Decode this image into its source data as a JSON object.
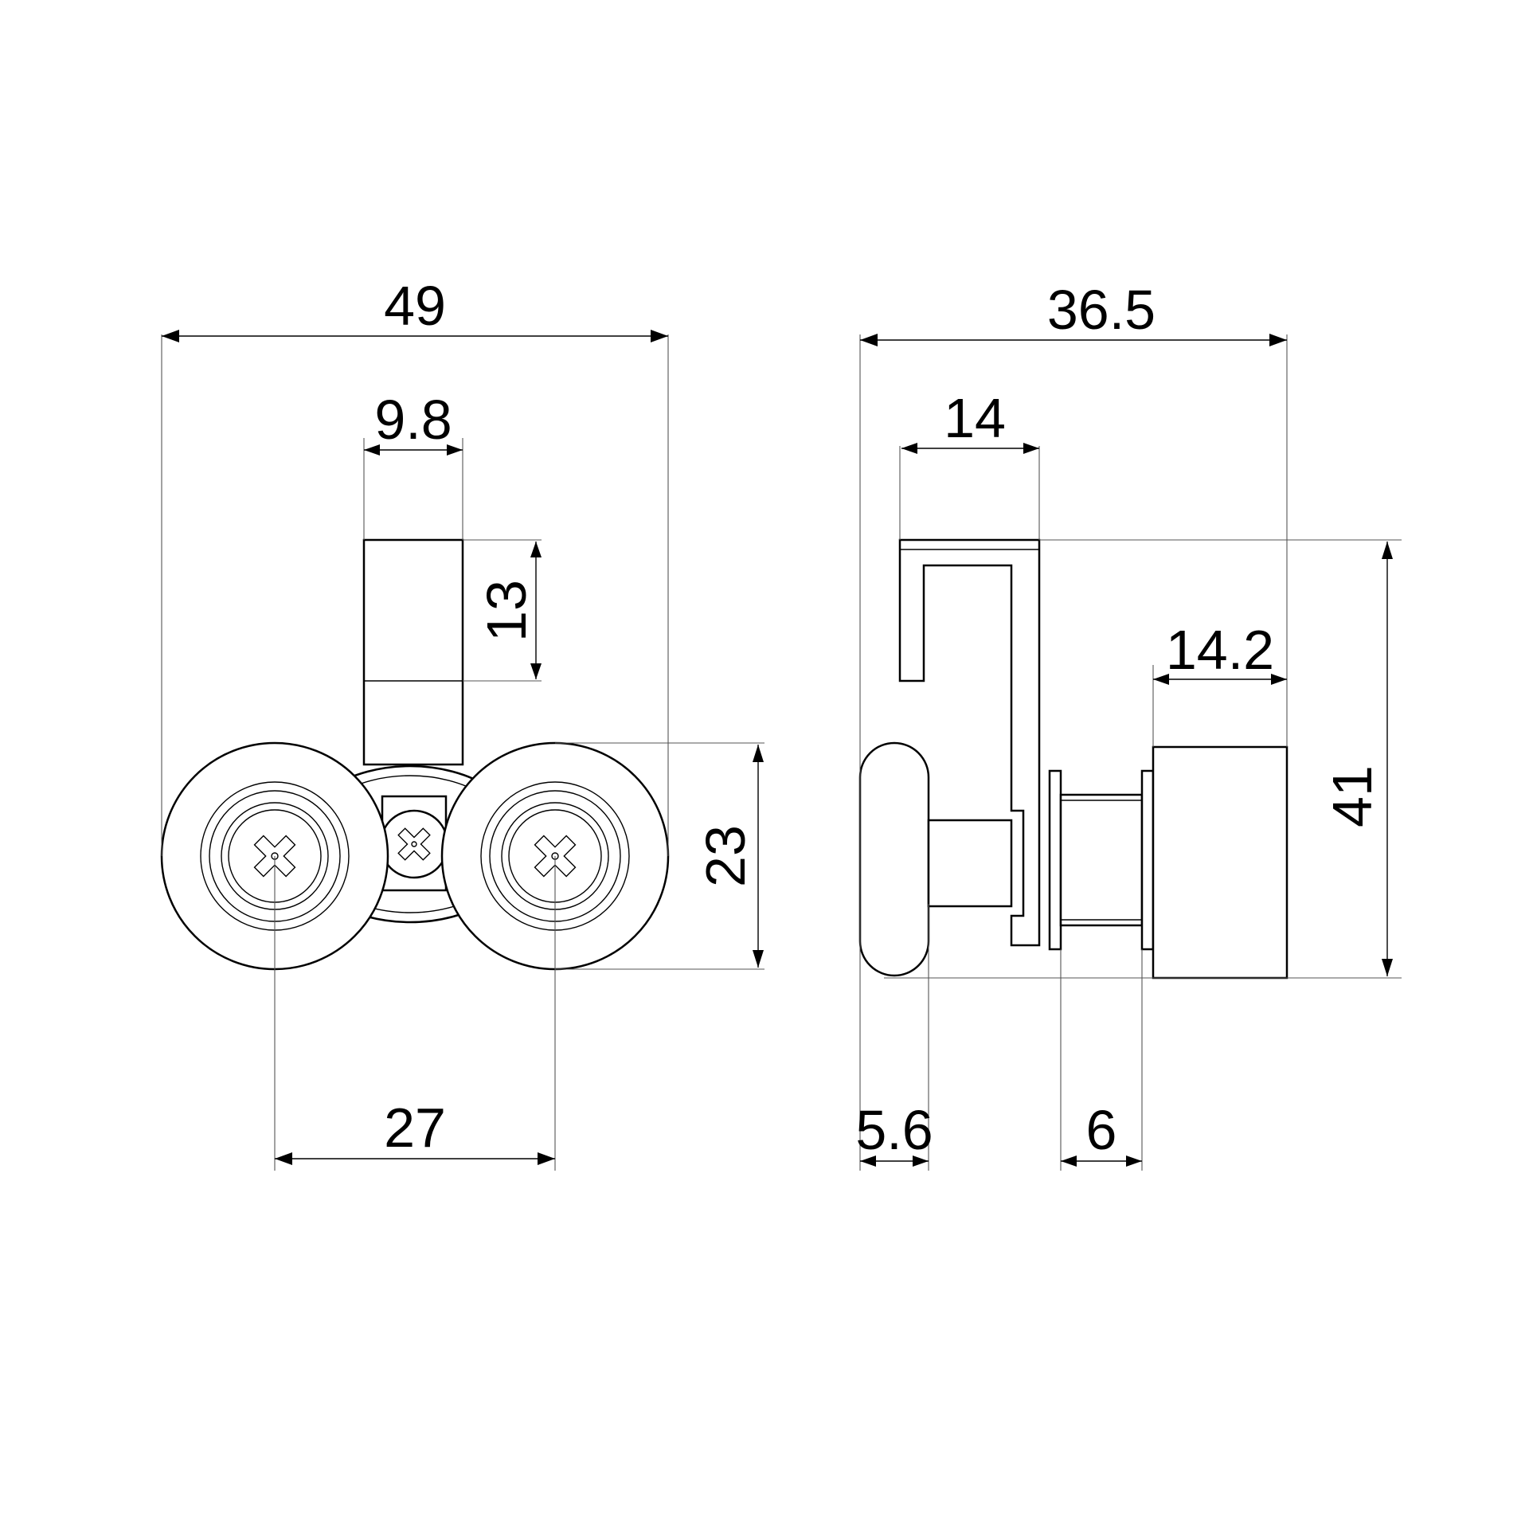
{
  "dimensions": {
    "front_overall_width": "49",
    "stem_width": "9.8",
    "stem_height": "13",
    "wheel_height": "23",
    "wheel_spacing": "27",
    "side_overall_width": "36.5",
    "hook_width": "14",
    "side_block_width": "14.2",
    "side_overall_height": "41",
    "wheel_thickness": "5.6",
    "washer_gap": "6"
  },
  "colors": {
    "line": "#000000",
    "background": "#ffffff"
  }
}
